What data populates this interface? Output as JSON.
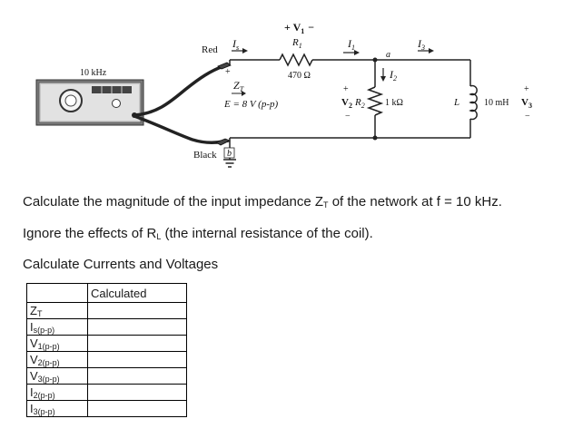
{
  "diagram": {
    "generator_label": "10 kHz",
    "lead_red_label": "Red",
    "lead_black_label": "Black",
    "node_b_label": "b",
    "node_a_label": "a",
    "zt_label": "Z",
    "zt_sub": "T",
    "source_label": "E = 8 V (p-p)",
    "v1_label": "+ V",
    "v1_sub": "1",
    "v1_minus": "−",
    "r1_label": "R",
    "r1_sub": "1",
    "r1_value": "470 Ω",
    "is_label": "I",
    "is_sub": "s",
    "i1_label": "I",
    "i1_sub": "1",
    "i2_label": "I",
    "i2_sub": "2",
    "i3_label": "I",
    "i3_sub": "3",
    "v2_label": "V",
    "v2_sub": "2",
    "r2_label": "R",
    "r2_sub": "2",
    "r2_value": "1 kΩ",
    "l_label": "L",
    "l_value": "10 mH",
    "v3_label": "V",
    "v3_sub": "3",
    "plus": "+",
    "minus": "−"
  },
  "questions": {
    "line1_prefix": "Calculate the magnitude of the input impedance Z",
    "line1_sub": "T",
    "line1_suffix": " of the network at f = 10 kHz.",
    "line2_prefix": "Ignore the effects of R",
    "line2_sub": "L",
    "line2_suffix": " (the internal resistance of the coil).",
    "line3": "Calculate Currents and Voltages"
  },
  "table": {
    "header": "Calculated",
    "rows": [
      {
        "main": "Z",
        "sub": "T",
        "value": ""
      },
      {
        "main": "I",
        "sub": "s(p-p)",
        "value": ""
      },
      {
        "main": "V",
        "sub": "1(p-p)",
        "value": ""
      },
      {
        "main": "V",
        "sub": "2(p-p)",
        "value": ""
      },
      {
        "main": "V",
        "sub": "3(p-p)",
        "value": ""
      },
      {
        "main": "I",
        "sub": "2(p-p)",
        "value": ""
      },
      {
        "main": "I",
        "sub": "3(p-p)",
        "value": ""
      }
    ]
  }
}
